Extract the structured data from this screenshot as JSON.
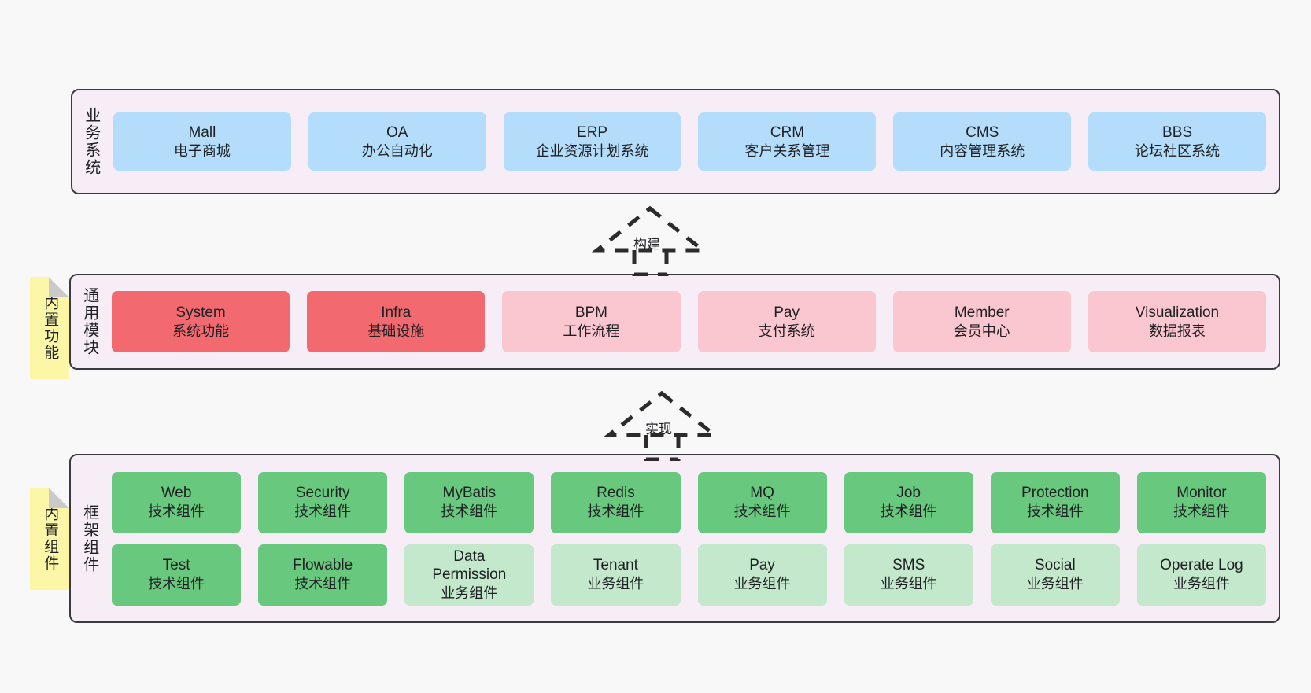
{
  "diagram": {
    "background_color": "#F8F8F8",
    "section_background": "#F7EDF6",
    "section_border": "#3A3A40"
  },
  "layers": [
    {
      "id": "business-systems",
      "title": "业务系统",
      "tiles": [
        {
          "name": "Mall",
          "sub": "电子商城",
          "color": "#B3DDFA",
          "kind": "blue"
        },
        {
          "name": "OA",
          "sub": "办公自动化",
          "color": "#B3DDFA",
          "kind": "blue"
        },
        {
          "name": "ERP",
          "sub": "企业资源计划系统",
          "color": "#B3DDFA",
          "kind": "blue"
        },
        {
          "name": "CRM",
          "sub": "客户关系管理",
          "color": "#B3DDFA",
          "kind": "blue"
        },
        {
          "name": "CMS",
          "sub": "内容管理系统",
          "color": "#B3DDFA",
          "kind": "blue"
        },
        {
          "name": "BBS",
          "sub": "论坛社区系统",
          "color": "#B3DDFA",
          "kind": "blue"
        }
      ]
    },
    {
      "id": "common-modules",
      "title": "通用模块",
      "sticky": "内置功能",
      "tiles": [
        {
          "name": "System",
          "sub": "系统功能",
          "color": "#F2696F",
          "kind": "red"
        },
        {
          "name": "Infra",
          "sub": "基础设施",
          "color": "#F2696F",
          "kind": "red"
        },
        {
          "name": "BPM",
          "sub": "工作流程",
          "color": "#FAC6CF",
          "kind": "pink"
        },
        {
          "name": "Pay",
          "sub": "支付系统",
          "color": "#FAC6CF",
          "kind": "pink"
        },
        {
          "name": "Member",
          "sub": "会员中心",
          "color": "#FAC6CF",
          "kind": "pink"
        },
        {
          "name": "Visualization",
          "sub": "数据报表",
          "color": "#FAC6CF",
          "kind": "pink"
        }
      ]
    },
    {
      "id": "framework-components",
      "title": "框架组件",
      "sticky": "内置组件",
      "rows": [
        [
          {
            "name": "Web",
            "sub": "技术组件",
            "color": "#68C87E",
            "kind": "green"
          },
          {
            "name": "Security",
            "sub": "技术组件",
            "color": "#68C87E",
            "kind": "green"
          },
          {
            "name": "MyBatis",
            "sub": "技术组件",
            "color": "#68C87E",
            "kind": "green"
          },
          {
            "name": "Redis",
            "sub": "技术组件",
            "color": "#68C87E",
            "kind": "green"
          },
          {
            "name": "MQ",
            "sub": "技术组件",
            "color": "#68C87E",
            "kind": "green"
          },
          {
            "name": "Job",
            "sub": "技术组件",
            "color": "#68C87E",
            "kind": "green"
          },
          {
            "name": "Protection",
            "sub": "技术组件",
            "color": "#68C87E",
            "kind": "green"
          },
          {
            "name": "Monitor",
            "sub": "技术组件",
            "color": "#68C87E",
            "kind": "green"
          }
        ],
        [
          {
            "name": "Test",
            "sub": "技术组件",
            "color": "#68C87E",
            "kind": "green"
          },
          {
            "name": "Flowable",
            "sub": "技术组件",
            "color": "#68C87E",
            "kind": "green"
          },
          {
            "name": "Data Permission",
            "sub": "业务组件",
            "color": "#C3E8CB",
            "kind": "lightgreen"
          },
          {
            "name": "Tenant",
            "sub": "业务组件",
            "color": "#C3E8CB",
            "kind": "lightgreen"
          },
          {
            "name": "Pay",
            "sub": "业务组件",
            "color": "#C3E8CB",
            "kind": "lightgreen"
          },
          {
            "name": "SMS",
            "sub": "业务组件",
            "color": "#C3E8CB",
            "kind": "lightgreen"
          },
          {
            "name": "Social",
            "sub": "业务组件",
            "color": "#C3E8CB",
            "kind": "lightgreen"
          },
          {
            "name": "Operate Log",
            "sub": "业务组件",
            "color": "#C3E8CB",
            "kind": "lightgreen"
          }
        ]
      ]
    }
  ],
  "connectors": [
    {
      "id": "build",
      "label": "构建",
      "from": "common-modules",
      "to": "business-systems"
    },
    {
      "id": "implement",
      "label": "实现",
      "from": "framework-components",
      "to": "common-modules"
    }
  ]
}
